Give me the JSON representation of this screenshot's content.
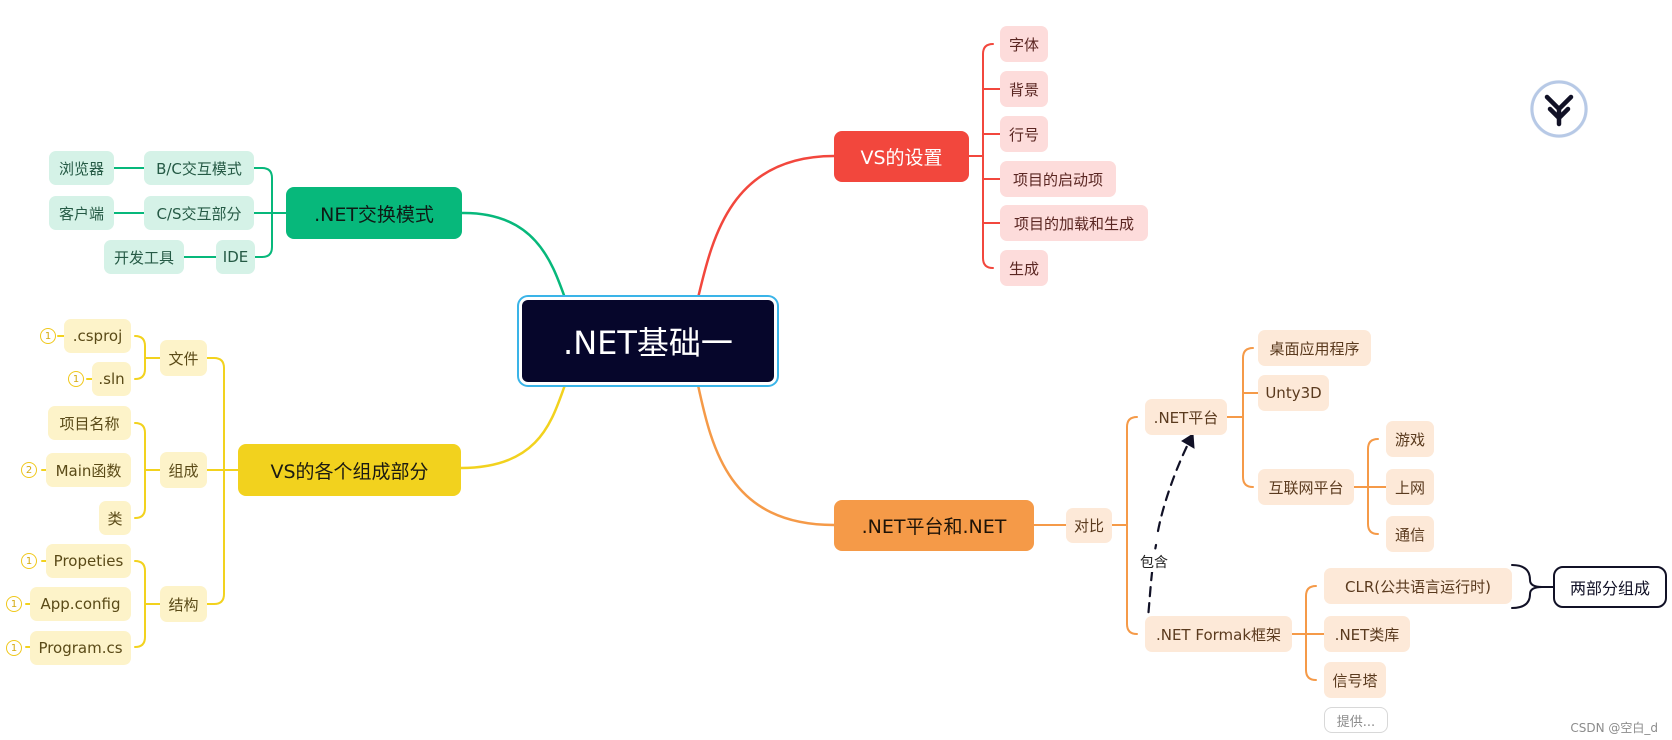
{
  "root": ".NET基础一",
  "branches": {
    "exchange": {
      "title": ".NET交换模式",
      "items": [
        {
          "label": "B/C交互模式",
          "child": "浏览器"
        },
        {
          "label": "C/S交互部分",
          "child": "客户端"
        },
        {
          "label": "IDE",
          "child": "开发工具"
        }
      ]
    },
    "components": {
      "title": "VS的各个组成部分",
      "groups": [
        {
          "label": "文件",
          "items": [
            {
              "label": ".csproj",
              "badge": "1"
            },
            {
              "label": ".sln",
              "badge": "1"
            }
          ]
        },
        {
          "label": "组成",
          "items": [
            {
              "label": "项目名称",
              "badge": ""
            },
            {
              "label": "Main函数",
              "badge": "2"
            },
            {
              "label": "类",
              "badge": ""
            }
          ]
        },
        {
          "label": "结构",
          "items": [
            {
              "label": "Propeties",
              "badge": "1"
            },
            {
              "label": "App.config",
              "badge": "1"
            },
            {
              "label": "Program.cs",
              "badge": "1"
            }
          ]
        }
      ]
    },
    "settings": {
      "title": "VS的设置",
      "items": [
        "字体",
        "背景",
        "行号",
        "项目的启动项",
        "项目的加载和生成",
        "生成"
      ]
    },
    "platform": {
      "title": ".NET平台和.NET",
      "compare": "对比",
      "net_platform": {
        "label": ".NET平台",
        "items": [
          "桌面应用程序",
          "Unty3D",
          "互联网平台"
        ],
        "internet_items": [
          "游戏",
          "上网",
          "通信"
        ]
      },
      "framework": {
        "label": ".NET  Formak框架",
        "items": [
          "CLR(公共语言运行时)",
          ".NET类库",
          "信号塔"
        ],
        "more": "提供..."
      },
      "relation_label": "包含",
      "summary": "两部分组成"
    }
  },
  "colors": {
    "green": "#07b87b",
    "yellow": "#f2d21e",
    "red": "#f2473d",
    "orange": "#f59a48",
    "root": "#06062b"
  },
  "watermark": "CSDN @空白_d"
}
